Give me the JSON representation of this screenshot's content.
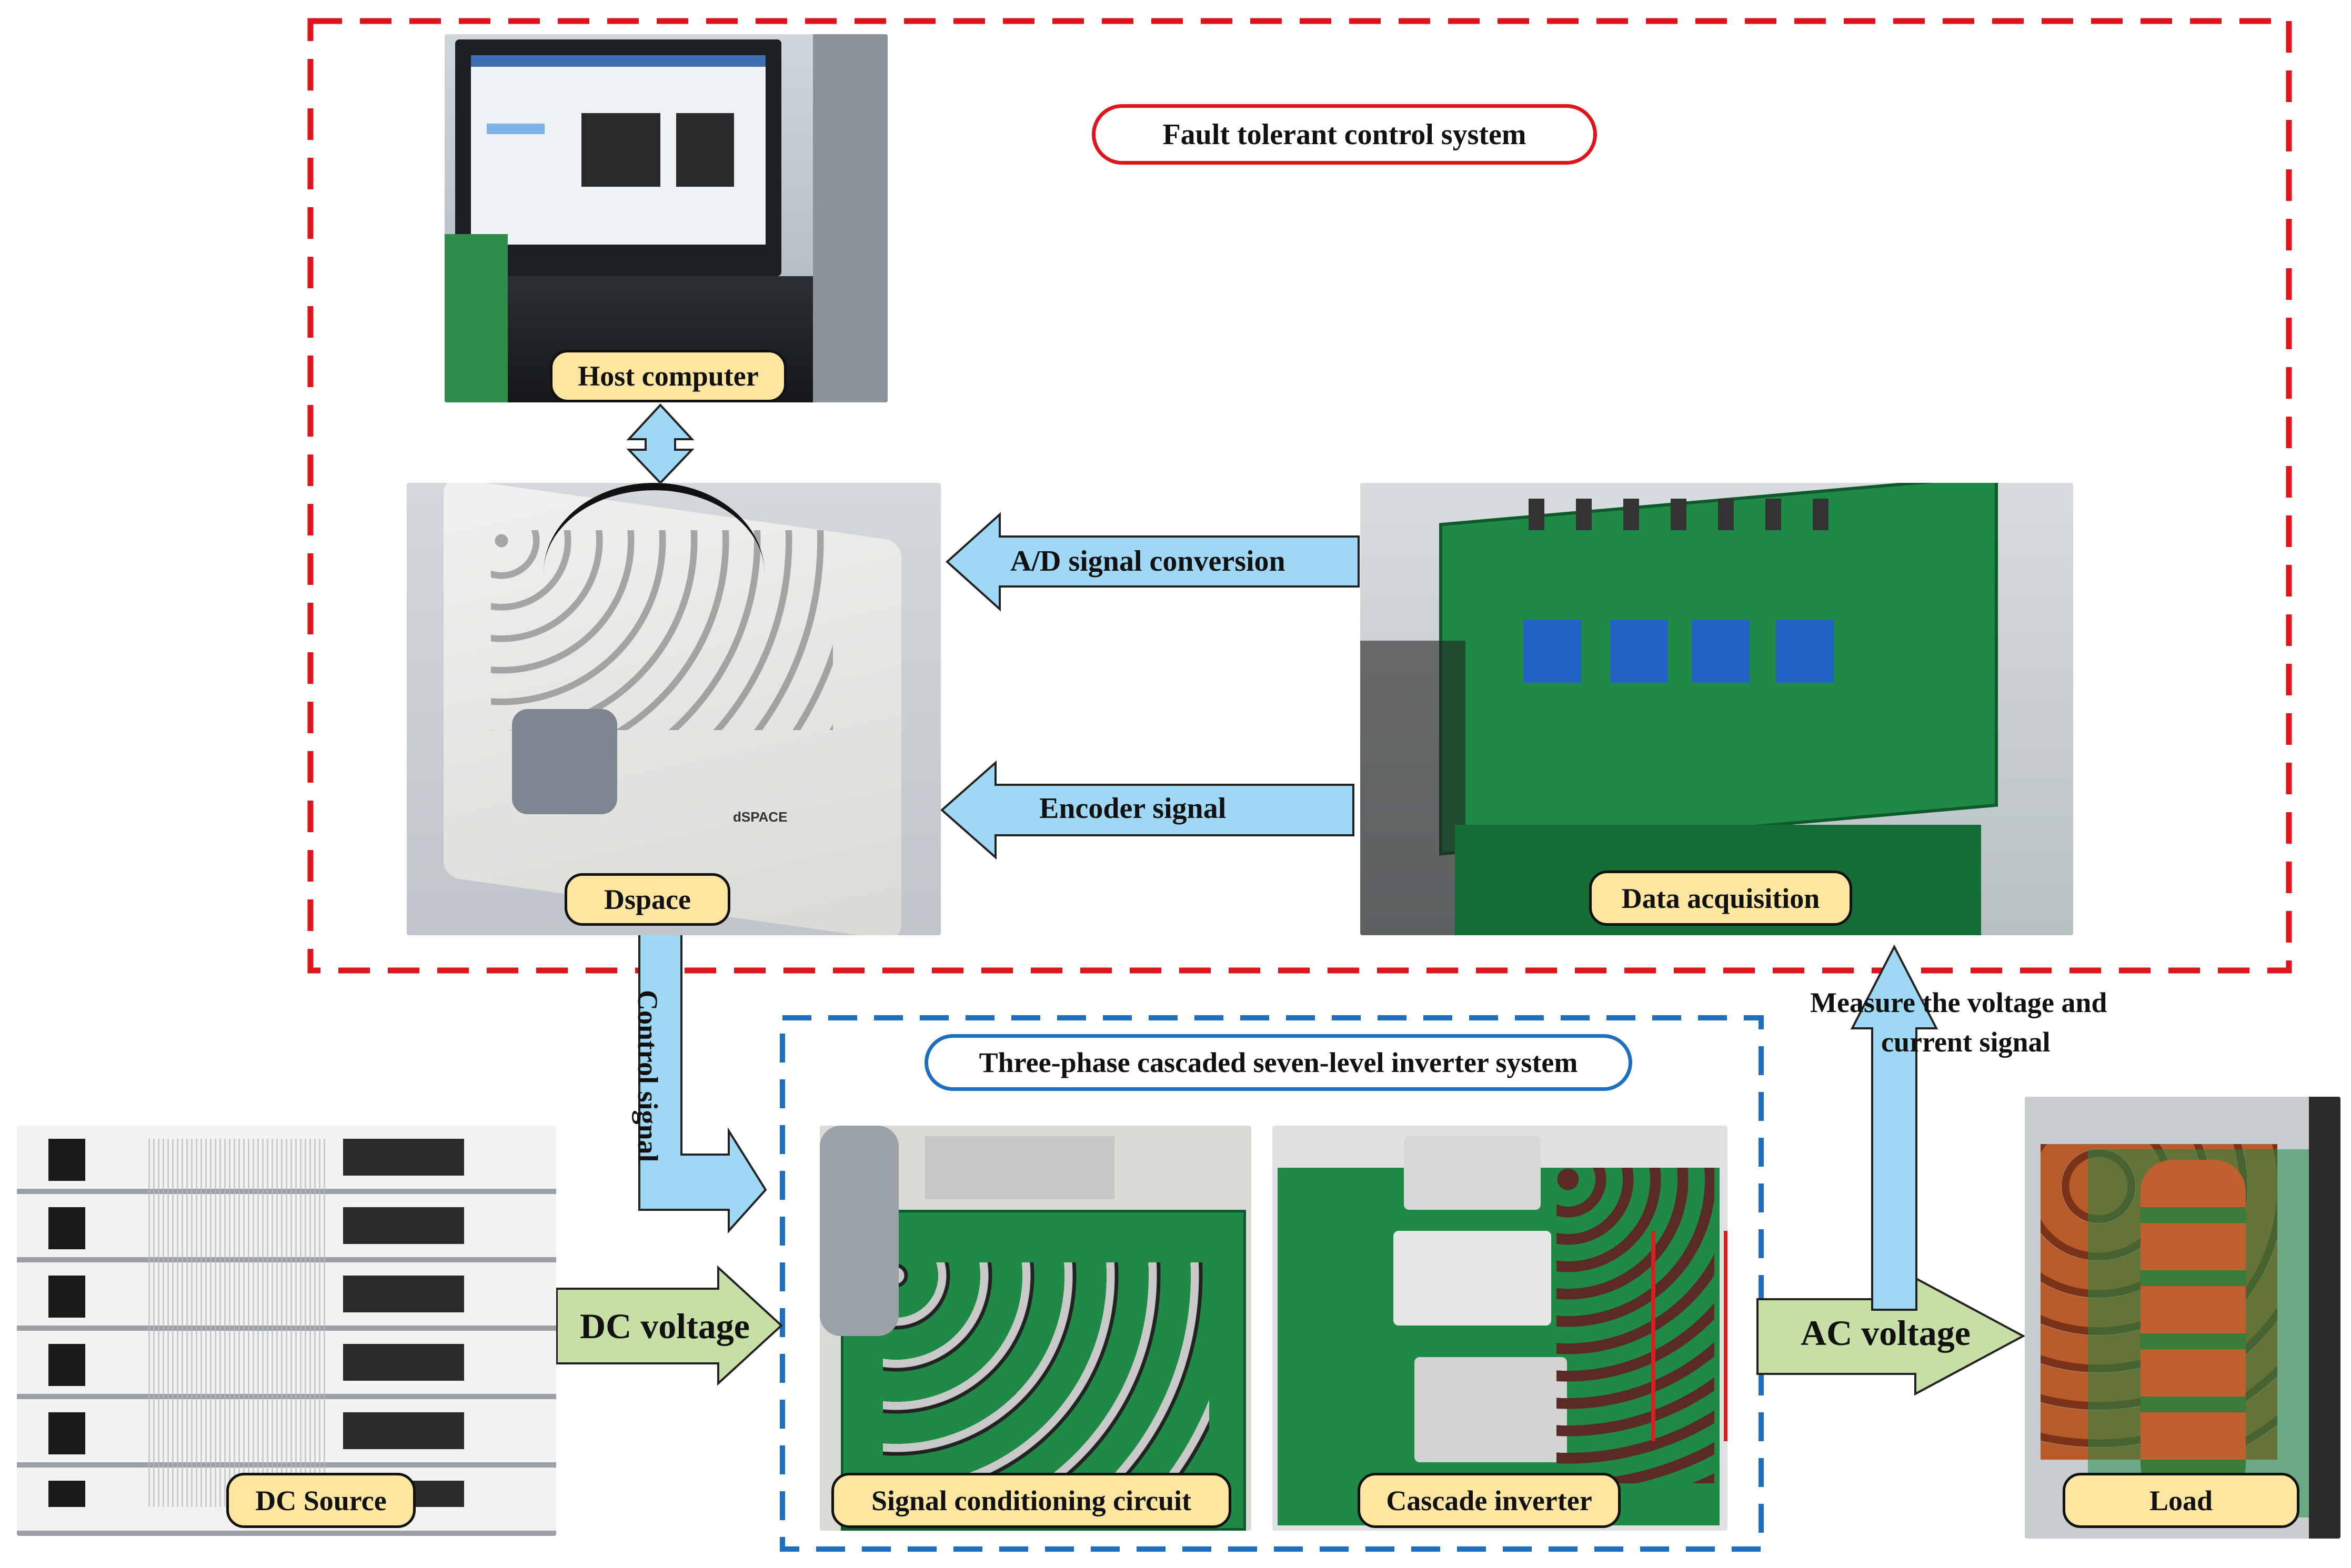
{
  "system_labels": {
    "fault_tolerant": "Fault tolerant control system",
    "inverter_system": "Three-phase cascaded seven-level inverter system"
  },
  "components": {
    "host_computer": "Host computer",
    "dspace": "Dspace",
    "data_acquisition": "Data acquisition",
    "dc_source": "DC Source",
    "signal_conditioning": "Signal conditioning circuit",
    "cascade_inverter": "Cascade inverter",
    "load": "Load"
  },
  "signals": {
    "ad_conversion": "A/D signal conversion",
    "encoder": "Encoder signal",
    "control": "Control signal",
    "dc_voltage": "DC voltage",
    "ac_voltage": "AC voltage",
    "measure_line1": "Measure the voltage and",
    "measure_line2": "current signal"
  },
  "colors": {
    "fault_border": "#e0141c",
    "inverter_border": "#1f6fc0",
    "signal_arrow_fill": "#9fd8f5",
    "power_arrow_fill": "#c7dfa7",
    "label_fill": "#ffe6a0",
    "pcb_green": "#1f8a45"
  }
}
